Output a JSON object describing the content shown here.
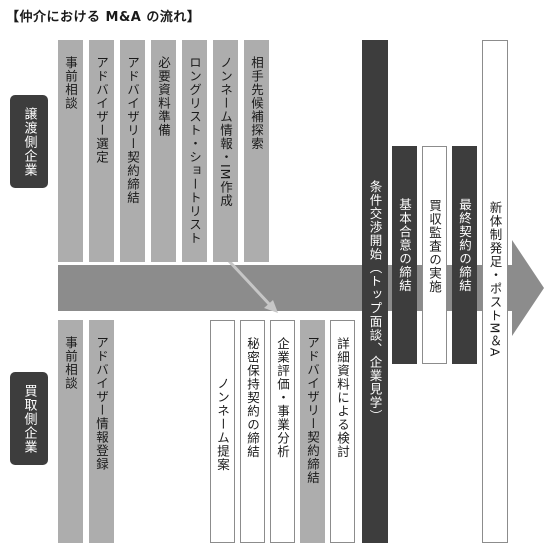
{
  "title": "【仲介における M&A の流れ】",
  "side_labels": {
    "seller": "譲渡側企業",
    "buyer": "買取側企業"
  },
  "seller_steps": [
    "事前相談",
    "アドバイザー選定",
    "アドバイザリー契約締結",
    "必要資料準備",
    "ロングリスト・ショートリスト",
    "ノンネーム情報・IM作成",
    "相手先候補探索"
  ],
  "buyer_steps": [
    "事前相談",
    "アドバイザー情報登録",
    "ノンネーム提案",
    "秘密保持契約の締結",
    "企業評価・事業分析",
    "アドバイザリー契約締結",
    "詳細資料による検討"
  ],
  "joint_steps": [
    "条件交渉開始（トップ面談、企業見学）",
    "基本合意の締結",
    "買収監査の実施",
    "最終契約の締結",
    "新体制発足・ポストM＆A"
  ],
  "colors": {
    "gray": "#adadad",
    "dark": "#3d3d3d",
    "arrow": "#8c8c8c"
  }
}
